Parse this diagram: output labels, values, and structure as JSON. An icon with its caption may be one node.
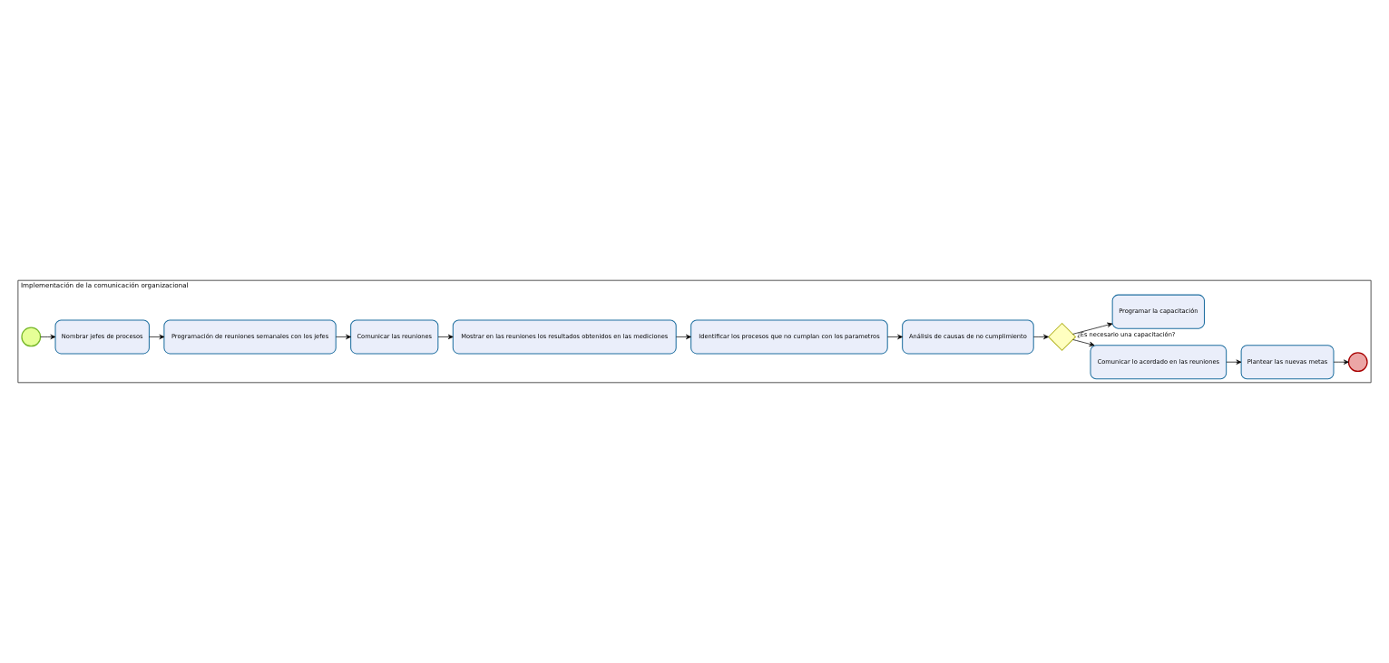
{
  "diagram": {
    "nodes": [
      {
        "text": [
          "Implementación de la comunicación organizacional"
        ]
      },
      {
        "text": [],
        "shape": "circle",
        "in": 0
      },
      {
        "text": [
          "Nombrar jefes de procesos"
        ],
        "in": 0
      },
      {
        "text": [
          "Programación de reuniones semanales con los jefes"
        ],
        "in": 0
      },
      {
        "text": [
          "Comunicar las reuniones"
        ],
        "in": 0
      },
      {
        "text": [
          "Mostrar en las reuniones los resultados obtenidos en las mediciones"
        ],
        "in": 0
      },
      {
        "text": [
          "Identificar los procesos que no cumplan con los parametros"
        ],
        "in": 0
      },
      {
        "text": [
          "Análisis de causas de no cumplimiento"
        ],
        "in": 0
      },
      {
        "text": [],
        "shape": "diamond",
        "beside": [
          "¿Es necesario una capacitación?"
        ],
        "in": 0
      },
      {
        "text": [
          "Comunicar lo acordado en las reuniones"
        ],
        "in": 0
      },
      {
        "text": [
          "Programar la capacitación"
        ],
        "in": 0
      },
      {
        "text": [
          "Plantear las nuevas metas"
        ],
        "in": 0
      },
      {
        "text": [],
        "shape": "circle",
        "in": 0
      }
    ],
    "edges": [
      {
        "from": 1,
        "to": 2,
        "arrow": "to"
      },
      {
        "from": 2,
        "to": 3,
        "arrow": "to"
      },
      {
        "from": 3,
        "to": 4,
        "arrow": "to"
      },
      {
        "from": 4,
        "to": 5,
        "arrow": "to"
      },
      {
        "from": 5,
        "to": 6,
        "arrow": "to"
      },
      {
        "from": 6,
        "to": 7,
        "arrow": "to"
      },
      {
        "from": 7,
        "to": 8,
        "arrow": "to"
      },
      {
        "from": 8,
        "to": 9,
        "arrow": "to"
      },
      {
        "from": 8,
        "to": 10,
        "arrow": "to"
      },
      {
        "from": 9,
        "to": 11,
        "arrow": "to"
      },
      {
        "from": 11,
        "to": 12,
        "arrow": "to"
      }
    ]
  }
}
